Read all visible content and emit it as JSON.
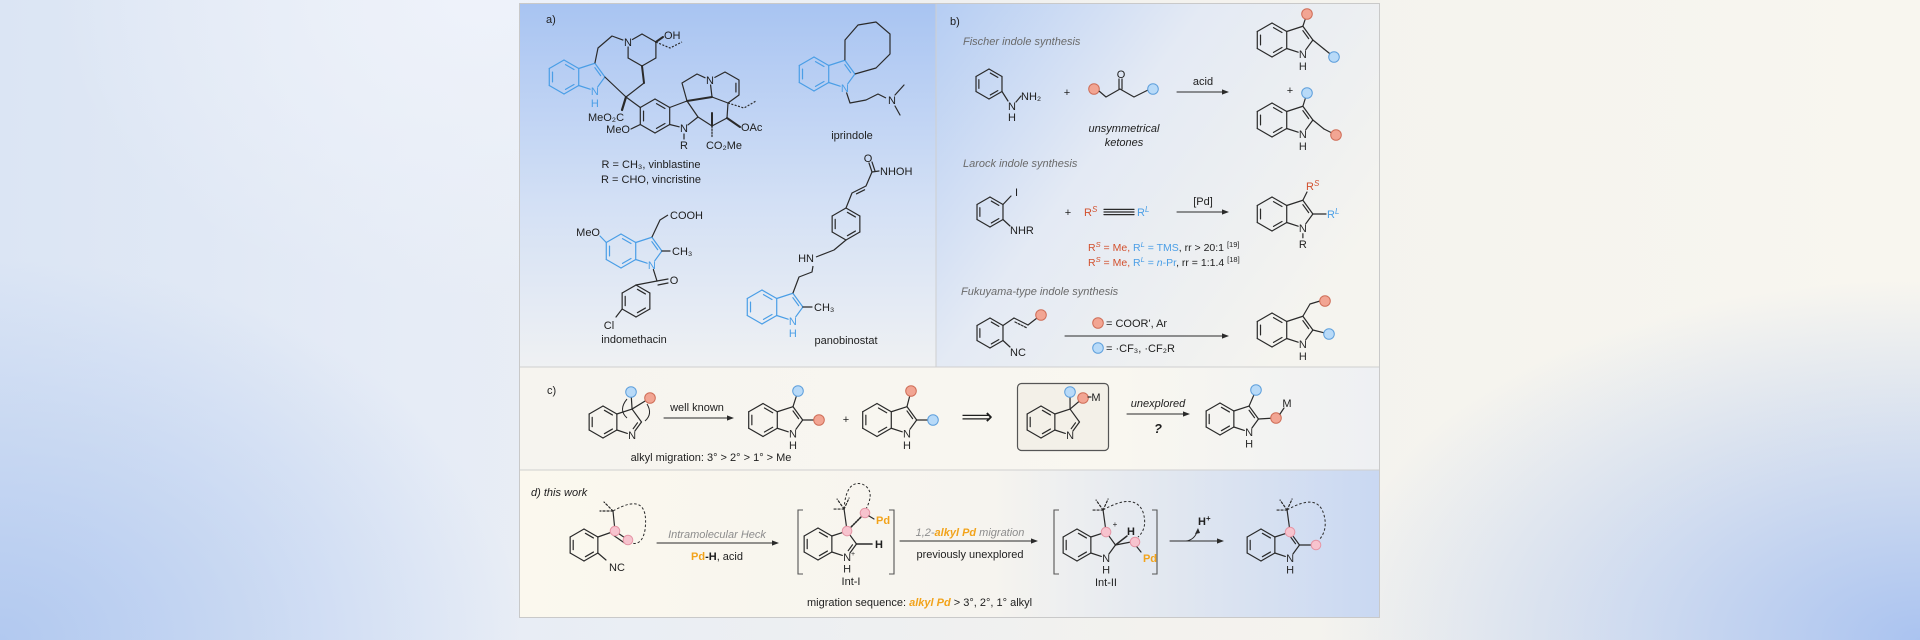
{
  "atoms": {
    "N": "N",
    "H": "H",
    "plus": "+"
  },
  "panel_a": {
    "label": "a)",
    "vinblastine": {
      "oh": "OH",
      "n": "N",
      "meo2c": "MeO₂C",
      "meo": "MeO",
      "r": "R",
      "oac": "OAc",
      "co2me": "CO₂Me",
      "caption_1": "R = CH₃, vinblastine",
      "caption_2": "R = CHO, vincristine"
    },
    "iprindole": {
      "name": "iprindole"
    },
    "indomethacin": {
      "name": "indomethacin",
      "cooh": "COOH",
      "meo": "MeO",
      "ch3": "CH₃",
      "o": "O",
      "cl": "Cl"
    },
    "panobinostat": {
      "name": "panobinostat",
      "o": "O",
      "nhoh": "NHOH",
      "hn": "HN",
      "ch3": "CH₃"
    }
  },
  "panel_b": {
    "label": "b)",
    "fischer": {
      "title": "Fischer indole synthesis",
      "nh2": "NH₂",
      "plus": "+",
      "o": "O",
      "ketone_label_1": "unsymmetrical",
      "ketone_label_2": "ketones",
      "reagent": "acid"
    },
    "larock": {
      "title": "Larock indole synthesis",
      "i": "I",
      "nhr": "NHR",
      "plus": "+",
      "r": "R",
      "s": "S",
      "l": "L",
      "reagent": "[Pd]",
      "condition_1": {
        "rs_value": " = Me, ",
        "rl_value": " = TMS",
        "rr": ", rr > 20:1 ",
        "ref": "[19]"
      },
      "condition_2": {
        "rs_value": " = Me, ",
        "rl_value_prefix": " = ",
        "rl_italic": "n",
        "rl_value": "-Pr",
        "rr": ", rr = 1:1.4 ",
        "ref": "[18]"
      }
    },
    "fukuyama": {
      "title": "Fukuyama-type indole synthesis",
      "nc": "NC",
      "red_condition": "= COOR', Ar",
      "blue_condition": "= ·CF₃, ·CF₂R"
    }
  },
  "panel_c": {
    "label": "c)",
    "reagent": "well known",
    "plus": "+",
    "implies": "⟹",
    "m": "M",
    "reagent_2": "unexplored",
    "question": "?",
    "note": "alkyl migration: 3° > 2° > 1° > Me"
  },
  "panel_d": {
    "label": "d) this work",
    "nc": "NC",
    "step1_above": "Intramolecular Heck",
    "step1_below": {
      "pd": "Pd",
      "h": "-H",
      "rest": ", acid"
    },
    "int1_label": "Int-I",
    "pd": "Pd",
    "h": "H",
    "step2_above": {
      "prefix": "1,2-",
      "alkyl_pd": "alkyl Pd",
      "suffix": " migration"
    },
    "step2_below": "previously unexplored",
    "int2_label": "Int-II",
    "step3": {
      "h": "H",
      "plus": "+"
    },
    "sequence": {
      "prefix": "migration sequence: ",
      "alkyl_pd": "alkyl Pd",
      "suffix": " > 3°, 2°, 1° alkyl"
    }
  },
  "colors": {
    "indole_blue": "#4a9ee6",
    "rs_orange": "#d2502d",
    "rl_blue": "#4a9ee6",
    "pd_orange": "#f2a31b",
    "dot_red_fill": "#f2a593",
    "dot_red_stroke": "#cf6e58",
    "dot_blue_fill": "#b8daf8",
    "dot_blue_stroke": "#5e9fdc",
    "dot_pink_fill": "#f7c3ce",
    "dot_pink_stroke": "#e596a6",
    "bond": "#2a2a2a",
    "muted_text": "#6a6a6a"
  }
}
